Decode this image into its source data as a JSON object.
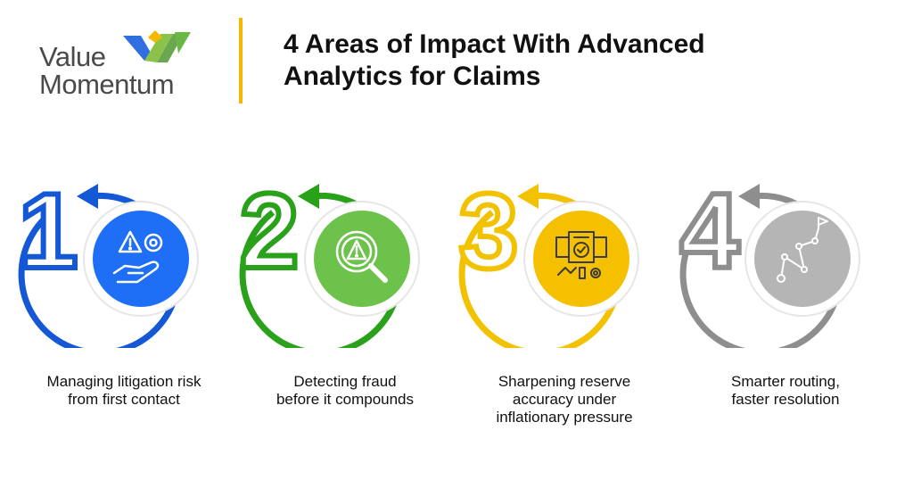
{
  "logo": {
    "line1": "Value",
    "line2": "Momentum"
  },
  "title": {
    "line1": "4 Areas of Impact With Advanced",
    "line2": "Analytics for Claims"
  },
  "areas": [
    {
      "number": "1",
      "color": "#1558d6",
      "inner": "#1e6ff5",
      "icon": "risk-hand-gear-icon",
      "caption": [
        "Managing litigation risk",
        "from first contact"
      ]
    },
    {
      "number": "2",
      "color": "#2aa11a",
      "inner": "#6cc24a",
      "icon": "fraud-magnifier-icon",
      "caption": [
        "Detecting fraud",
        "before it compounds"
      ]
    },
    {
      "number": "3",
      "color": "#f2c200",
      "inner": "#f5c000",
      "icon": "reserve-documents-icon",
      "caption": [
        "Sharpening reserve",
        "accuracy under",
        "inflationary pressure"
      ]
    },
    {
      "number": "4",
      "color": "#8e8e8e",
      "inner": "#b5b5b5",
      "icon": "routing-path-icon",
      "caption": [
        "Smarter routing,",
        "faster resolution"
      ]
    }
  ]
}
